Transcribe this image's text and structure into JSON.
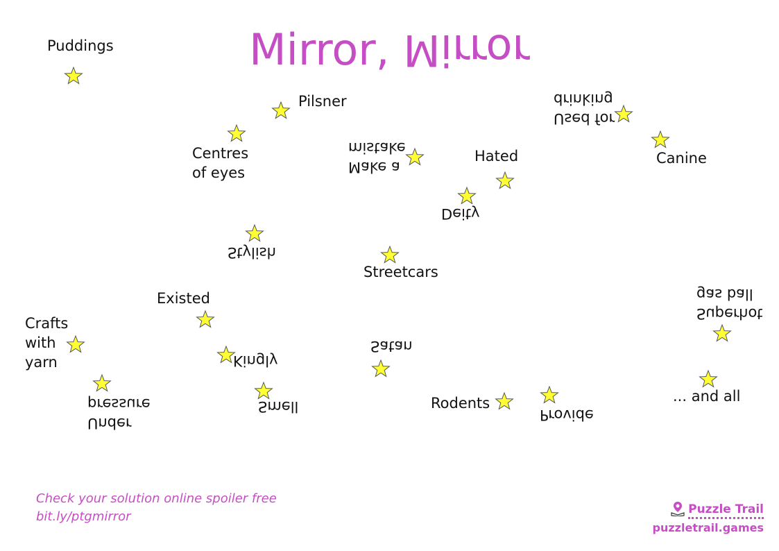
{
  "title": {
    "normal": "Mirror,",
    "mirrored": "Mirror"
  },
  "clues": [
    {
      "id": "puddings",
      "lines": [
        "Puddings"
      ],
      "flipped": false
    },
    {
      "id": "pilsner",
      "lines": [
        "Pilsner"
      ],
      "flipped": false
    },
    {
      "id": "centres-of-eyes",
      "lines": [
        "Centres",
        "of eyes"
      ],
      "flipped": false
    },
    {
      "id": "make-a-mistake",
      "lines": [
        "Make a",
        "mistake"
      ],
      "flipped": true
    },
    {
      "id": "hated",
      "lines": [
        "Hated"
      ],
      "flipped": false
    },
    {
      "id": "used-for-drinking",
      "lines": [
        "Used for",
        "drinking"
      ],
      "flipped": true
    },
    {
      "id": "canine",
      "lines": [
        "Canine"
      ],
      "flipped": false
    },
    {
      "id": "deity",
      "lines": [
        "Deity"
      ],
      "flipped": true
    },
    {
      "id": "stylish",
      "lines": [
        "Stylish"
      ],
      "flipped": true
    },
    {
      "id": "streetcars",
      "lines": [
        "Streetcars"
      ],
      "flipped": false
    },
    {
      "id": "superhot-gas-ball",
      "lines": [
        "Superhot",
        "gas ball"
      ],
      "flipped": true
    },
    {
      "id": "existed",
      "lines": [
        "Existed"
      ],
      "flipped": false
    },
    {
      "id": "crafts-with-yarn",
      "lines": [
        "Crafts",
        "with",
        "yarn"
      ],
      "flipped": false
    },
    {
      "id": "satan",
      "lines": [
        "Satan"
      ],
      "flipped": true
    },
    {
      "id": "kingly",
      "lines": [
        "Kingly"
      ],
      "flipped": true
    },
    {
      "id": "under-pressure",
      "lines": [
        "Under",
        "pressure"
      ],
      "flipped": true
    },
    {
      "id": "smell",
      "lines": [
        "Smell"
      ],
      "flipped": true
    },
    {
      "id": "rodents",
      "lines": [
        "Rodents"
      ],
      "flipped": false
    },
    {
      "id": "provide",
      "lines": [
        "Provide"
      ],
      "flipped": true
    },
    {
      "id": "and-all",
      "lines": [
        "... and all"
      ],
      "flipped": false
    }
  ],
  "footer": {
    "line1": "Check your solution online spoiler free",
    "line2": "bit.ly/ptgmirror"
  },
  "brand": {
    "name": "Puzzle Trail",
    "url": "puzzletrail.games",
    "logo_icon": "map-pin-book-icon"
  },
  "colors": {
    "accent": "#c64ec4",
    "star_fill": "#ffff33",
    "star_stroke": "#555555",
    "text": "#111111"
  }
}
